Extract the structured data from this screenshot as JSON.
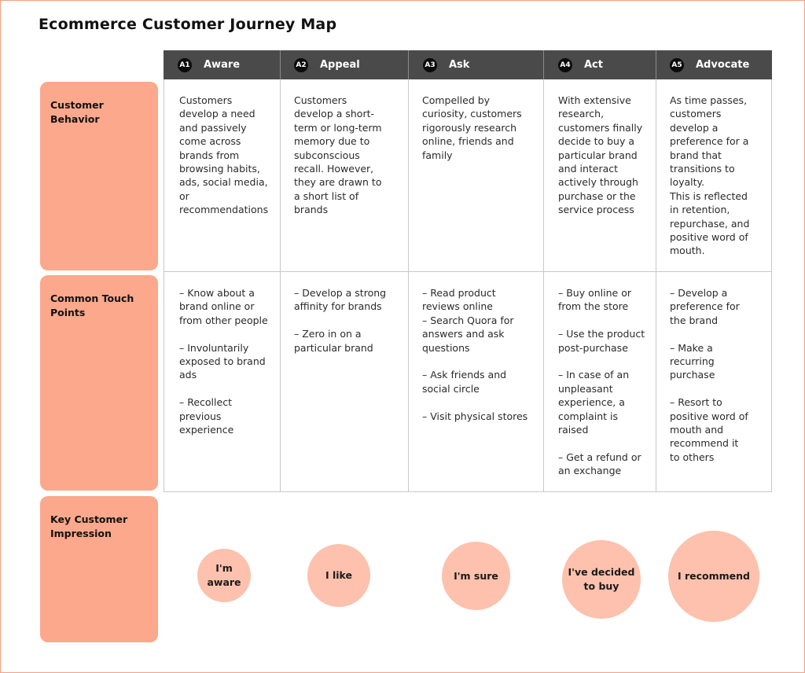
{
  "title": "Ecommerce Customer Journey Map",
  "stages": [
    {
      "badge": "A1",
      "name": "Aware"
    },
    {
      "badge": "A2",
      "name": "Appeal"
    },
    {
      "badge": "A3",
      "name": "Ask"
    },
    {
      "badge": "A4",
      "name": "Act"
    },
    {
      "badge": "A5",
      "name": "Advocate"
    }
  ],
  "rows": {
    "behavior_label": "Customer Behavior",
    "touch_label": "Common Touch Points",
    "impression_label": "Key Customer Impression"
  },
  "behavior": [
    "Customers\ndevelop a need\nand passively\ncome across\nbrands from\nbrowsing habits,\nads, social media,\nor\nrecommendations",
    "Customers\ndevelop a short-\nterm or long-term\nmemory due to\nsubconscious\nrecall. However,\nthey are drawn to\na short list of\nbrands",
    "Compelled by\ncuriosity, customers\nrigorously research\nonline, friends and\nfamily",
    "With extensive\nresearch,\ncustomers finally\ndecide to buy a\nparticular brand\nand interact\nactively through\npurchase or the\nservice process",
    "As time passes,\ncustomers\ndevelop a\npreference for a\nbrand that\ntransitions to\nloyalty.\nThis is reflected\nin retention,\nrepurchase, and\npositive word of\nmouth."
  ],
  "touchpoints": [
    "– Know about a\nbrand online or\nfrom other people\n\n– Involuntarily\nexposed to brand\nads\n\n– Recollect\nprevious\nexperience",
    "– Develop a strong\naffinity for brands\n\n– Zero in on a\nparticular brand",
    "– Read product\nreviews online\n– Search Quora for\nanswers and ask\nquestions\n\n– Ask friends and\nsocial circle\n\n– Visit physical stores",
    "– Buy online or\nfrom the store\n\n– Use the product\npost-purchase\n\n– In case of an\nunpleasant\nexperience, a\ncomplaint is\nraised\n\n– Get a refund or\nan exchange",
    "– Develop a\npreference for\nthe brand\n\n– Make a\nrecurring\npurchase\n\n– Resort to\npositive word of\nmouth and\nrecommend it\nto others"
  ],
  "impressions": [
    "I'm aware",
    "I like",
    "I'm sure",
    "I've decided\nto buy",
    "I recommend"
  ],
  "colors": {
    "header_bg": "#4a4a4a",
    "badge_bg": "#0b0b0b",
    "row_label_bg": "#fba88c",
    "bubble_bg": "#fdc1ad",
    "frame_border": "#f4a184"
  }
}
